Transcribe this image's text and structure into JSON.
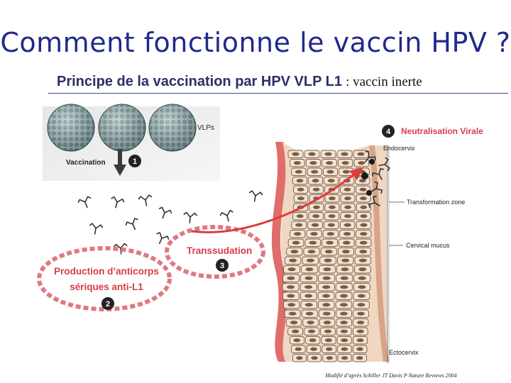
{
  "title": "Comment fonctionne le vaccin HPV ?",
  "subtitle": {
    "bold": "Principe de la vaccination par HPV VLP L1",
    "plain": ": vaccin inerte"
  },
  "labels": {
    "vlps": "VLPs",
    "vaccination": "Vaccination",
    "production_line1": "Production d’anticorps",
    "production_line2": "sériques anti-L1",
    "transsudation": "Transsudation",
    "neutralisation": "Neutralisation Virale",
    "endocervix": "Endocervix",
    "transformation_zone": "Transformation zone",
    "cervical_mucus": "Cervical mucus",
    "ectocervix": "Ectocervix"
  },
  "steps": {
    "step1": "1",
    "step2": "2",
    "step3": "3",
    "step4": "4"
  },
  "credit": "Modifié d’après Schiller JT Davis P Nature Reviews 2004",
  "colors": {
    "title": "#1f2a8a",
    "accent_red": "#d93b48",
    "arrow_red": "#e03a3a",
    "tissue_pink": "#e8c6a8"
  }
}
